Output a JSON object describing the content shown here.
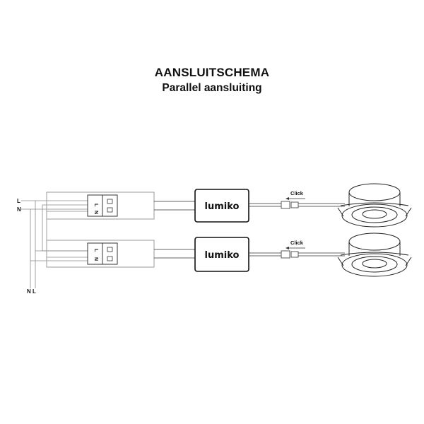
{
  "title": "AANSLUITSCHEMA",
  "subtitle": "Parallel aansluiting",
  "mains": {
    "l_label": "L",
    "n_label": "N",
    "bottom_n_label": "N",
    "bottom_l_label": "L"
  },
  "circuits": [
    {
      "terminal_l": "L",
      "terminal_n": "N",
      "driver_brand": "lumiko",
      "connector_label": "Click"
    },
    {
      "terminal_l": "L",
      "terminal_n": "N",
      "driver_brand": "lumiko",
      "connector_label": "Click"
    }
  ]
}
